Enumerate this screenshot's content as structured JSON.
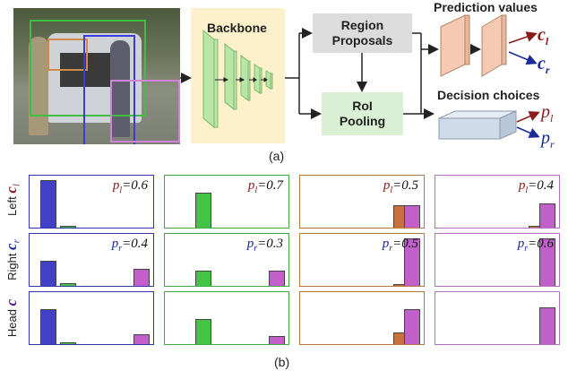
{
  "pipeline": {
    "backbone_label": "Backbone",
    "region_proposals_label": "Region Proposals",
    "roi_pooling_label": "RoI Pooling",
    "prediction_values_label": "Prediction values",
    "decision_choices_label": "Decision choices",
    "output_cl": "c",
    "output_cl_sub": "l",
    "output_cr": "c",
    "output_cr_sub": "r",
    "output_pl": "p",
    "output_pl_sub": "l",
    "output_pr": "p",
    "output_pr_sub": "r",
    "caption": "(a)"
  },
  "grid": {
    "caption": "(b)",
    "rows": [
      {
        "label_word": "Left",
        "label_sym": "c",
        "label_sub": "l",
        "color": "#8b1a1a"
      },
      {
        "label_word": "Right",
        "label_sym": "c",
        "label_sub": "r",
        "color": "#1a2a9a"
      },
      {
        "label_word": "Head",
        "label_sym": "c",
        "label_sub": "",
        "color": "#5a1a8a"
      }
    ],
    "columns": [
      {
        "color": "#3333aa",
        "bar_color": "#4040c8"
      },
      {
        "color": "#3faa3f",
        "bar_color": "#44c444"
      },
      {
        "color": "#b87b3c",
        "bar_color": "#c8713c"
      },
      {
        "color": "#b070c0",
        "bar_color": "#c060c8"
      }
    ],
    "cells": [
      [
        {
          "prob_sym": "p",
          "prob_sub": "l",
          "prob_val": "=0.6",
          "prob_color": "#8b1a1a",
          "bars": [
            0.95,
            0.04,
            0,
            0
          ]
        },
        {
          "prob_sym": "p",
          "prob_sub": "l",
          "prob_val": "=0.7",
          "prob_color": "#8b1a1a",
          "bars": [
            0,
            0.7,
            0,
            0
          ]
        },
        {
          "prob_sym": "p",
          "prob_sub": "l",
          "prob_val": "=0.5",
          "prob_color": "#8b1a1a",
          "bars": [
            0,
            0,
            0.45,
            0.45
          ]
        },
        {
          "prob_sym": "p",
          "prob_sub": "l",
          "prob_val": "=0.4",
          "prob_color": "#8b1a1a",
          "bars": [
            0,
            0,
            0.03,
            0.48
          ]
        }
      ],
      [
        {
          "prob_sym": "p",
          "prob_sub": "r",
          "prob_val": "=0.4",
          "prob_color": "#1a2a9a",
          "bars": [
            0.5,
            0.05,
            0,
            0.34
          ]
        },
        {
          "prob_sym": "p",
          "prob_sub": "r",
          "prob_val": "=0.3",
          "prob_color": "#1a2a9a",
          "bars": [
            0,
            0.3,
            0,
            0.3
          ]
        },
        {
          "prob_sym": "p",
          "prob_sub": "r",
          "prob_val": "=0.5",
          "prob_color": "#1a2a9a",
          "bars": [
            0,
            0,
            0.02,
            0.95
          ]
        },
        {
          "prob_sym": "p",
          "prob_sub": "r",
          "prob_val": "=0.6",
          "prob_color": "#1a2a9a",
          "bars": [
            0,
            0,
            0,
            0.95
          ]
        }
      ],
      [
        {
          "prob_sym": "",
          "prob_sub": "",
          "prob_val": "",
          "prob_color": "#222222",
          "bars": [
            0.7,
            0.04,
            0,
            0.2
          ]
        },
        {
          "prob_sym": "",
          "prob_sub": "",
          "prob_val": "",
          "prob_color": "#222222",
          "bars": [
            0,
            0.5,
            0,
            0.16
          ]
        },
        {
          "prob_sym": "",
          "prob_sub": "",
          "prob_val": "",
          "prob_color": "#222222",
          "bars": [
            0,
            0,
            0.23,
            0.7
          ]
        },
        {
          "prob_sym": "",
          "prob_sub": "",
          "prob_val": "",
          "prob_color": "#222222",
          "bars": [
            0,
            0,
            0,
            0.73
          ]
        }
      ]
    ]
  }
}
